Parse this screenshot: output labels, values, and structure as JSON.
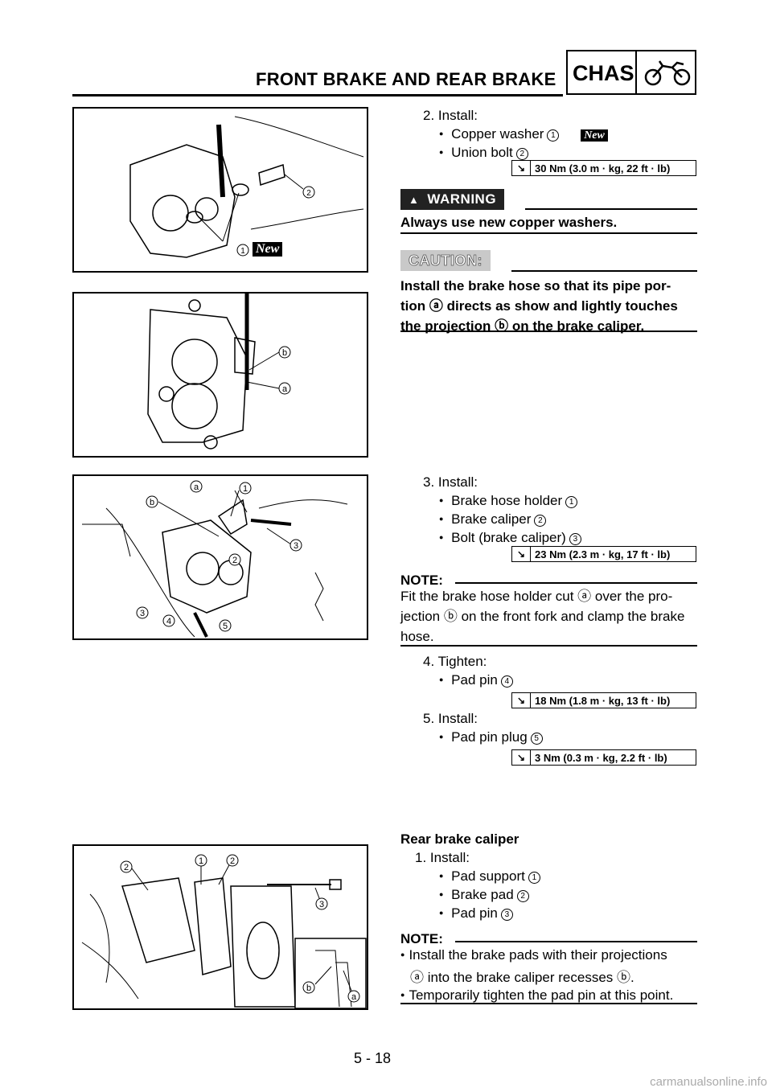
{
  "header": {
    "title": "FRONT BRAKE AND REAR BRAKE",
    "section": "CHAS",
    "section_icon": "motorcycle-icon"
  },
  "step2": {
    "heading": "2. Install:",
    "items": [
      {
        "label": "Copper washer",
        "num": "1",
        "badge": "New"
      },
      {
        "label": "Union bolt",
        "num": "2"
      }
    ],
    "torque": "30 Nm (3.0 m · kg, 22 ft · lb)"
  },
  "warning": {
    "label": "WARNING",
    "text": "Always use new copper washers."
  },
  "caution": {
    "label": "CAUTION:",
    "lines": [
      "Install the brake hose so that its pipe por-",
      "tion ⓐ directs as show and lightly touches",
      "the projection ⓑ on the brake caliper."
    ]
  },
  "step3": {
    "heading": "3. Install:",
    "items": [
      {
        "label": "Brake hose holder",
        "num": "1"
      },
      {
        "label": "Brake caliper",
        "num": "2"
      },
      {
        "label": "Bolt (brake caliper)",
        "num": "3"
      }
    ],
    "torque": "23 Nm (2.3 m · kg, 17 ft · lb)"
  },
  "note1": {
    "label": "NOTE:",
    "lines": [
      "Fit the brake hose holder cut ⓐ over the pro-",
      "jection ⓑ on the front fork and clamp the brake",
      "hose."
    ]
  },
  "step4": {
    "heading": "4. Tighten:",
    "items": [
      {
        "label": "Pad pin",
        "num": "4"
      }
    ],
    "torque": "18 Nm (1.8 m · kg, 13 ft · lb)"
  },
  "step5": {
    "heading": "5. Install:",
    "items": [
      {
        "label": "Pad pin plug",
        "num": "5"
      }
    ],
    "torque": "3 Nm (0.3 m · kg, 2.2 ft · lb)"
  },
  "rear": {
    "title": "Rear brake caliper",
    "heading": "1. Install:",
    "items": [
      {
        "label": "Pad support",
        "num": "1"
      },
      {
        "label": "Brake pad",
        "num": "2"
      },
      {
        "label": "Pad pin",
        "num": "3"
      }
    ]
  },
  "note2": {
    "label": "NOTE:",
    "bullets": [
      [
        "Install the brake pads with their projections",
        "ⓐ into the brake caliper recesses ⓑ."
      ],
      [
        "Temporarily tighten the pad pin at this point."
      ]
    ]
  },
  "figures": {
    "fig1": {
      "callouts": [
        "1",
        "2"
      ],
      "badge": "New"
    },
    "fig2": {
      "callouts": [
        "b",
        "a"
      ]
    },
    "fig3": {
      "callouts": [
        "a",
        "1",
        "b",
        "3",
        "2",
        "3",
        "4",
        "5"
      ]
    },
    "fig4": {
      "callouts": [
        "2",
        "1",
        "2",
        "3",
        "b",
        "a"
      ]
    }
  },
  "page_number": "5 - 18",
  "watermark": "carmanualsonline.info"
}
